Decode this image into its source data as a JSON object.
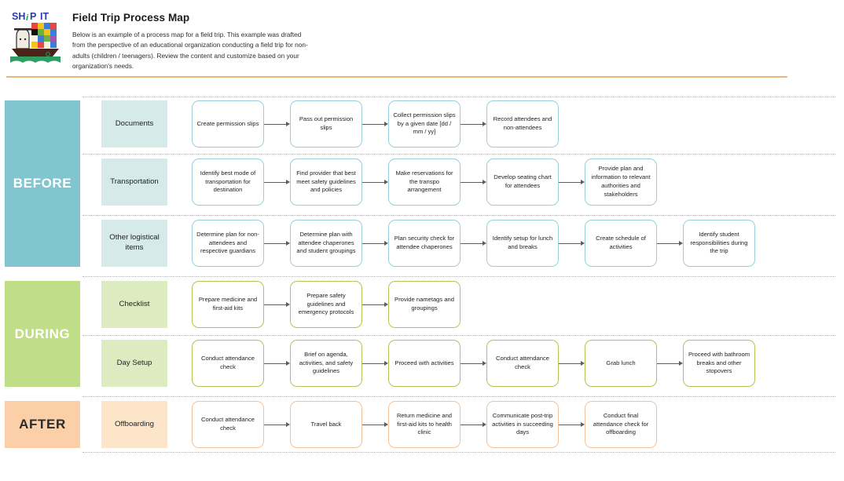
{
  "brand": {
    "logo_name": "ship-it-logo",
    "wordmark": "SHiP IT",
    "colors": {
      "teal": "#81c5d0",
      "green": "#c0dd87",
      "peach": "#fbcfa8",
      "rule": "#e8b77e",
      "before_border": "#9acedc",
      "during_border": "#b0c355",
      "after_border": "#f3c49b",
      "cat_before": "#d6eae9",
      "cat_during": "#dcecc0",
      "cat_after": "#fce5c9"
    }
  },
  "header": {
    "title": "Field Trip Process Map",
    "description": "Below is an example of a process map for a field trip. This example was drafted from the perspective of an educational organization conducting a field trip for non-adults (children / teenagers). Review the content and customize based on your organization's needs."
  },
  "phases": [
    {
      "label": "BEFORE"
    },
    {
      "label": "DURING"
    },
    {
      "label": "AFTER"
    }
  ],
  "rows": [
    {
      "category": "Documents",
      "phase": "BEFORE",
      "steps": [
        "Create permission slips",
        "Pass out permission slips",
        "Collect permission slips by a given date [dd / mm / yy]",
        "Record attendees and non-attendees"
      ]
    },
    {
      "category": "Transportation",
      "phase": "BEFORE",
      "steps": [
        "Identify best mode of transportation for destination",
        "Find provider that best meet safety guidelines and policies",
        "Make reservations for the transpo arrangement",
        "Develop seating chart for attendees",
        "Provide plan and information to relevant authorities and stakeholders"
      ]
    },
    {
      "category": "Other logistical items",
      "phase": "BEFORE",
      "steps": [
        "Determine plan for non-attendees and respective guardians",
        "Determine plan with attendee chaperones and student groupings",
        "Plan security check for attendee chaperones",
        "Identify setup for lunch and breaks",
        "Create schedule of activities",
        "Identify student responsibilities during the trip"
      ]
    },
    {
      "category": "Checklist",
      "phase": "DURING",
      "steps": [
        "Prepare medicine and first-aid kits",
        "Prepare safety guidelines and emergency protocols",
        "Provide nametags and groupings"
      ]
    },
    {
      "category": "Day Setup",
      "phase": "DURING",
      "steps": [
        "Conduct attendance check",
        "Brief on agenda, activities, and safety guidelines",
        "Proceed with activities",
        "Conduct attendance check",
        "Grab lunch",
        "Proceed with bathroom breaks and other stopovers"
      ]
    },
    {
      "category": "Offboarding",
      "phase": "AFTER",
      "steps": [
        "Conduct attendance check",
        "Travel back",
        "Return medicine and first-aid kits to health clinic",
        "Communicate post-trip activities in succeeding days",
        "Conduct final attendance check for offboarding"
      ]
    }
  ]
}
